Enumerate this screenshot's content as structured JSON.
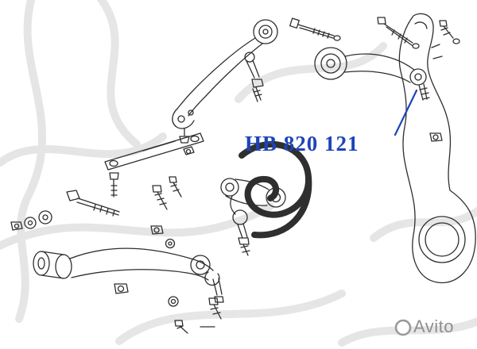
{
  "diagram": {
    "part_code_label": {
      "text": "HB 820 121",
      "color": "#1d43b8"
    },
    "parts": [
      "upper-control-arm-left",
      "ball-joint-stud-left",
      "top-bolt",
      "stay-bracket",
      "long-bolt-with-washers",
      "center-fasteners",
      "upper-arm-center-ball-joint",
      "lower-control-arm",
      "steering-knuckle",
      "upper-control-arm-right"
    ]
  },
  "watermark": {
    "brand": "Avito"
  },
  "colors": {
    "line": "#2e2e2e",
    "label_blue": "#1d43b8",
    "watermark_light": "#e3e3e3",
    "watermark_dark": "#1e1e1e",
    "brand_gray": "#8f8f8f",
    "background": "#ffffff"
  }
}
